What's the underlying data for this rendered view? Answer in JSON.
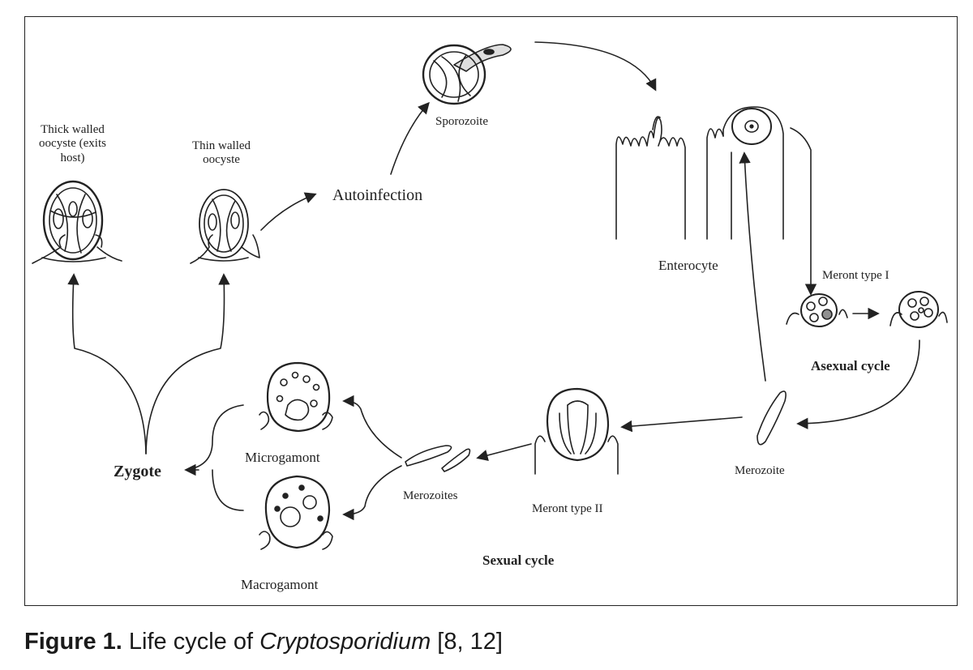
{
  "colors": {
    "line": "#222222",
    "background": "#ffffff"
  },
  "labels": {
    "thick_walled": [
      "Thick walled",
      "oocyste (exits",
      "host)"
    ],
    "thin_walled": [
      "Thin walled",
      "oocyste"
    ],
    "autoinfection": "Autoinfection",
    "sporozoite": "Sporozoite",
    "enterocyte": "Enterocyte",
    "meront_type_1": "Meront type I",
    "asexual_cycle": "Asexual cycle",
    "merozoite": "Merozoite",
    "meront_type_2": "Meront type II",
    "merozoites": "Merozoites",
    "microgamont": "Microgamont",
    "macrogamont": "Macrogamont",
    "zygote": "Zygote",
    "sexual_cycle": "Sexual cycle"
  },
  "caption": {
    "figure": "Figure 1.",
    "text_before": " Life cycle of ",
    "organism": "Cryptosporidium",
    "refs": " [8, 12]"
  }
}
